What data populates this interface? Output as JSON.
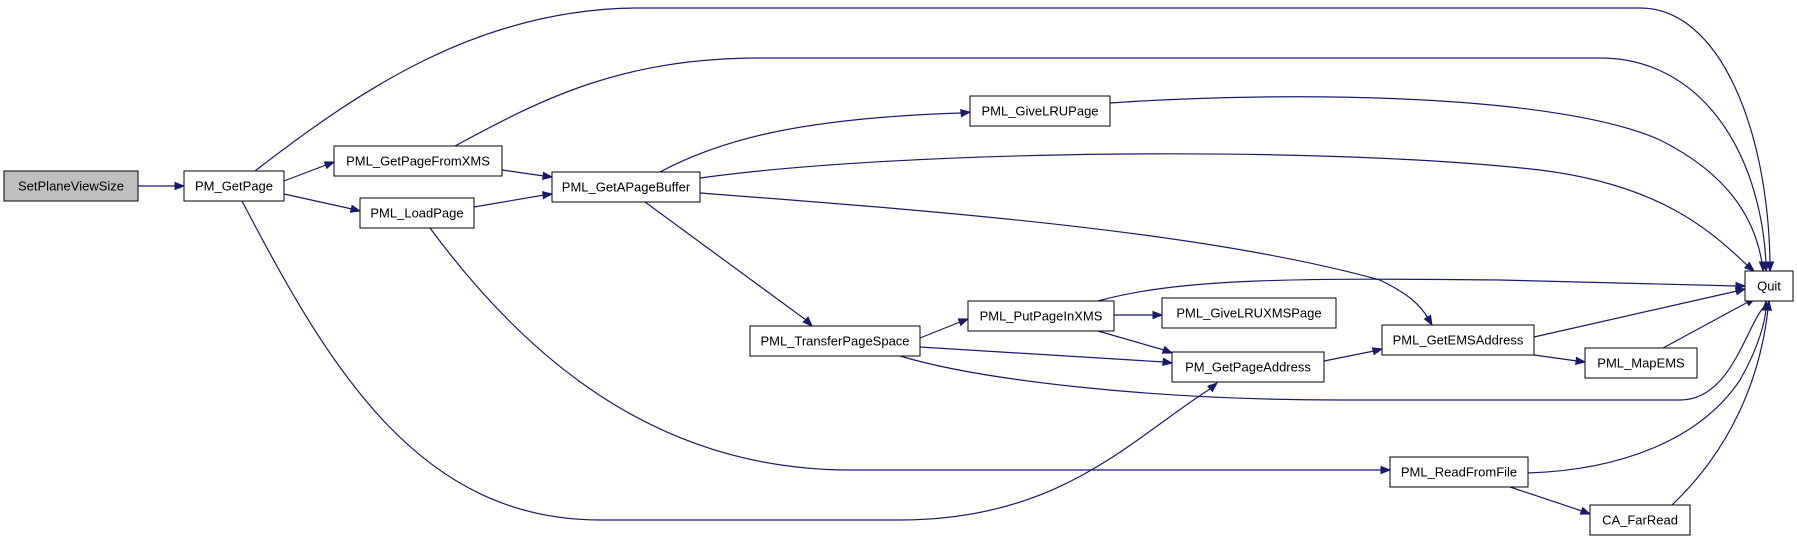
{
  "colors": {
    "edge": "#191970",
    "root_fill": "#bfbfbf",
    "node_fill": "#ffffff",
    "node_stroke": "#000000"
  },
  "nodes": [
    {
      "id": "setplaneviewsize",
      "label": "SetPlaneViewSize",
      "root": true
    },
    {
      "id": "pm_getpage",
      "label": "PM_GetPage"
    },
    {
      "id": "pml_getpagefromxms",
      "label": "PML_GetPageFromXMS"
    },
    {
      "id": "pml_loadpage",
      "label": "PML_LoadPage"
    },
    {
      "id": "pml_getapagebuffer",
      "label": "PML_GetAPageBuffer"
    },
    {
      "id": "pml_givelrupage",
      "label": "PML_GiveLRUPage"
    },
    {
      "id": "pml_transferpagespace",
      "label": "PML_TransferPageSpace"
    },
    {
      "id": "pml_putpageinxms",
      "label": "PML_PutPageInXMS"
    },
    {
      "id": "pml_givelruxmspage",
      "label": "PML_GiveLRUXMSPage"
    },
    {
      "id": "pm_getpageaddress",
      "label": "PM_GetPageAddress"
    },
    {
      "id": "pml_getemsaddress",
      "label": "PML_GetEMSAddress"
    },
    {
      "id": "pml_mapems",
      "label": "PML_MapEMS"
    },
    {
      "id": "pml_readfromfile",
      "label": "PML_ReadFromFile"
    },
    {
      "id": "ca_farread",
      "label": "CA_FarRead"
    },
    {
      "id": "quit",
      "label": "Quit"
    }
  ],
  "edges": [
    {
      "from": "setplaneviewsize",
      "to": "pm_getpage"
    },
    {
      "from": "pm_getpage",
      "to": "pml_getpagefromxms"
    },
    {
      "from": "pm_getpage",
      "to": "pml_loadpage"
    },
    {
      "from": "pm_getpage",
      "to": "quit"
    },
    {
      "from": "pm_getpage",
      "to": "pm_getpageaddress"
    },
    {
      "from": "pml_getpagefromxms",
      "to": "pml_getapagebuffer"
    },
    {
      "from": "pml_getpagefromxms",
      "to": "quit"
    },
    {
      "from": "pml_loadpage",
      "to": "pml_getapagebuffer"
    },
    {
      "from": "pml_loadpage",
      "to": "pml_readfromfile"
    },
    {
      "from": "pml_getapagebuffer",
      "to": "pml_givelrupage"
    },
    {
      "from": "pml_getapagebuffer",
      "to": "quit"
    },
    {
      "from": "pml_getapagebuffer",
      "to": "pml_getemsaddress"
    },
    {
      "from": "pml_getapagebuffer",
      "to": "pml_transferpagespace"
    },
    {
      "from": "pml_givelrupage",
      "to": "quit"
    },
    {
      "from": "pml_transferpagespace",
      "to": "pml_putpageinxms"
    },
    {
      "from": "pml_transferpagespace",
      "to": "pm_getpageaddress"
    },
    {
      "from": "pml_transferpagespace",
      "to": "quit"
    },
    {
      "from": "pml_putpageinxms",
      "to": "quit"
    },
    {
      "from": "pml_putpageinxms",
      "to": "pml_givelruxmspage"
    },
    {
      "from": "pml_putpageinxms",
      "to": "pm_getpageaddress"
    },
    {
      "from": "pm_getpageaddress",
      "to": "pml_getemsaddress"
    },
    {
      "from": "pml_getemsaddress",
      "to": "quit"
    },
    {
      "from": "pml_getemsaddress",
      "to": "pml_mapems"
    },
    {
      "from": "pml_mapems",
      "to": "quit"
    },
    {
      "from": "pml_readfromfile",
      "to": "quit"
    },
    {
      "from": "pml_readfromfile",
      "to": "ca_farread"
    },
    {
      "from": "ca_farread",
      "to": "quit"
    }
  ]
}
